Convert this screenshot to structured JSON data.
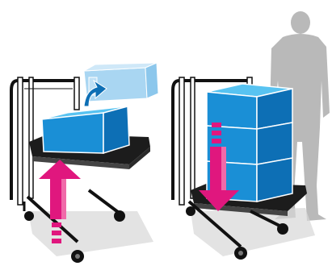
{
  "illustration": {
    "panels": [
      {
        "id": "lift-up",
        "arrow_direction": "up",
        "box_layers": 1,
        "lifting_layer": true
      },
      {
        "id": "lower-down",
        "arrow_direction": "down",
        "box_layers": 3,
        "lifting_layer": false
      }
    ],
    "colors": {
      "box_front": "#1a8fd6",
      "box_top": "#58c3f1",
      "box_side": "#0d6fb5",
      "lifted_box": "#a9d6f2",
      "arrow": "#e0177e",
      "arrow_light": "#f06aa9",
      "frame": "#111111",
      "platform": "#1c1c1c",
      "person_silhouette": "#b9b9b9",
      "shadow": "#d7d7d7"
    },
    "icons": [
      "up-arrow-icon",
      "down-arrow-icon",
      "curved-lift-arrow-icon",
      "person-silhouette-icon"
    ]
  }
}
